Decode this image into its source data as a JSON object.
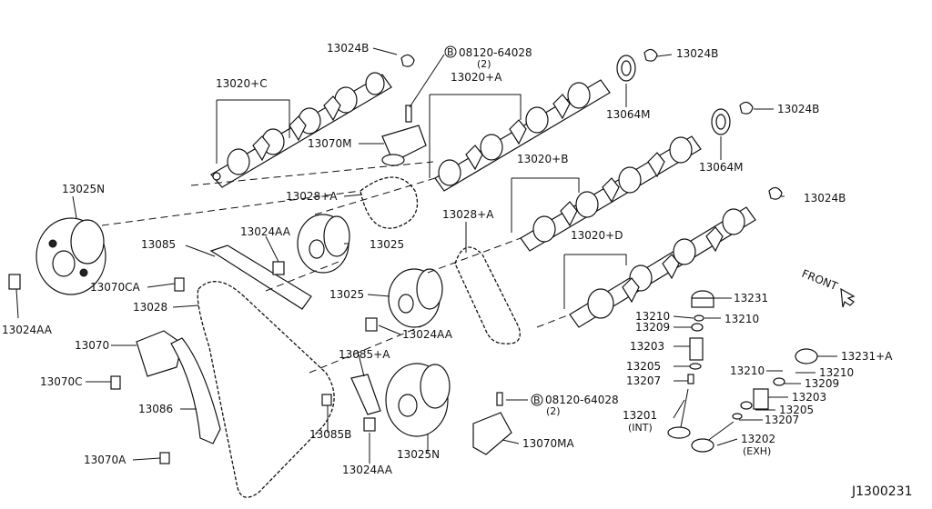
{
  "labels": {
    "l13024B_a": "13024B",
    "l08120_a": "08120-64028",
    "l08120_a_qty": "(2)",
    "l13024B_b": "13024B",
    "l13020C": "13020+C",
    "l13020A": "13020+A",
    "l13064M_a": "13064M",
    "l13024B_c": "13024B",
    "l13070M": "13070M",
    "l13064M_b": "13064M",
    "l13020B": "13020+B",
    "l13024B_d": "13024B",
    "l13025N_a": "13025N",
    "l13028A_a": "13028+A",
    "l13024AA_a": "13024AA",
    "l13028A_b": "13028+A",
    "l13020D": "13020+D",
    "l13085": "13085",
    "l13025_a": "13025",
    "l13070CA": "13070CA",
    "l13025_b": "13025",
    "l13028": "13028",
    "front": "FRONT",
    "l13231": "13231",
    "l13210_a": "13210",
    "l13210_b": "13210",
    "l13024AA_b": "13024AA",
    "l13024AA_c": "13024AA",
    "l13209_a": "13209",
    "l13070": "13070",
    "l13085A": "13085+A",
    "l13203_a": "13203",
    "l13231A": "13231+A",
    "l13205_a": "13205",
    "l13210_c": "13210",
    "l13210_d": "13210",
    "l13070C": "13070C",
    "l13207_a": "13207",
    "l13209_b": "13209",
    "l13203_b": "13203",
    "l13086": "13086",
    "l08120_b": "08120-64028",
    "l08120_b_qty": "(2)",
    "l13201": "13201",
    "l13201_sub": "(INT)",
    "l13205_b": "13205",
    "l13207_b": "13207",
    "l13085B": "13085B",
    "l13070MA": "13070MA",
    "l13025N_b": "13025N",
    "l13202": "13202",
    "l13202_sub": "(EXH)",
    "l13070A": "13070A",
    "l13024AA_d": "13024AA",
    "diagram_id": "J1300231"
  },
  "bolt_symbol": "B",
  "colors": {
    "ink": "#111111",
    "background": "#ffffff"
  }
}
